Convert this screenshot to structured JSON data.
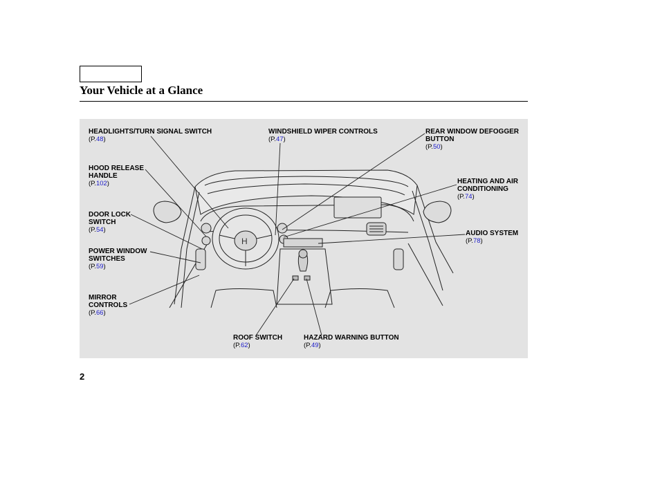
{
  "header": {
    "title": "Your Vehicle at a Glance"
  },
  "callouts": [
    {
      "label": "HEADLIGHTS/TURN SIGNAL SWITCH",
      "page": "48"
    },
    {
      "label": "HOOD RELEASE HANDLE",
      "page": "102"
    },
    {
      "label": "DOOR LOCK SWITCH",
      "page": "54"
    },
    {
      "label": "POWER WINDOW SWITCHES",
      "page": "59"
    },
    {
      "label": "MIRROR CONTROLS",
      "page": "66"
    },
    {
      "label": "WINDSHIELD WIPER CONTROLS",
      "page": "47"
    },
    {
      "label": "REAR WINDOW DEFOGGER BUTTON",
      "page": "50"
    },
    {
      "label": "HEATING AND AIR CONDITIONING",
      "page": "74"
    },
    {
      "label": "AUDIO SYSTEM",
      "page": "78"
    },
    {
      "label": "ROOF SWITCH",
      "page": "62"
    },
    {
      "label": "HAZARD WARNING BUTTON",
      "page": "49"
    }
  ],
  "ref_prefix": "P.",
  "page_number": "2",
  "colors": {
    "panel": "#e3e3e3",
    "link": "#1a1ac8"
  }
}
